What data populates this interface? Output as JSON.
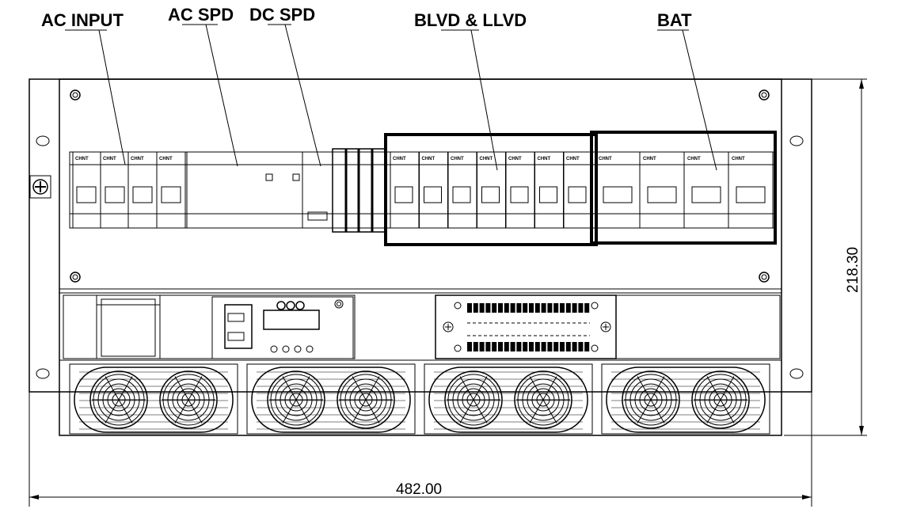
{
  "callouts": {
    "ac_input": "AC INPUT",
    "ac_spd": "AC SPD",
    "dc_spd": "DC SPD",
    "blvd_llvd": "BLVD & LLVD",
    "bat": "BAT"
  },
  "dimensions": {
    "width": "482.00",
    "height": "218.30"
  },
  "breaker_brand": "CHNT"
}
